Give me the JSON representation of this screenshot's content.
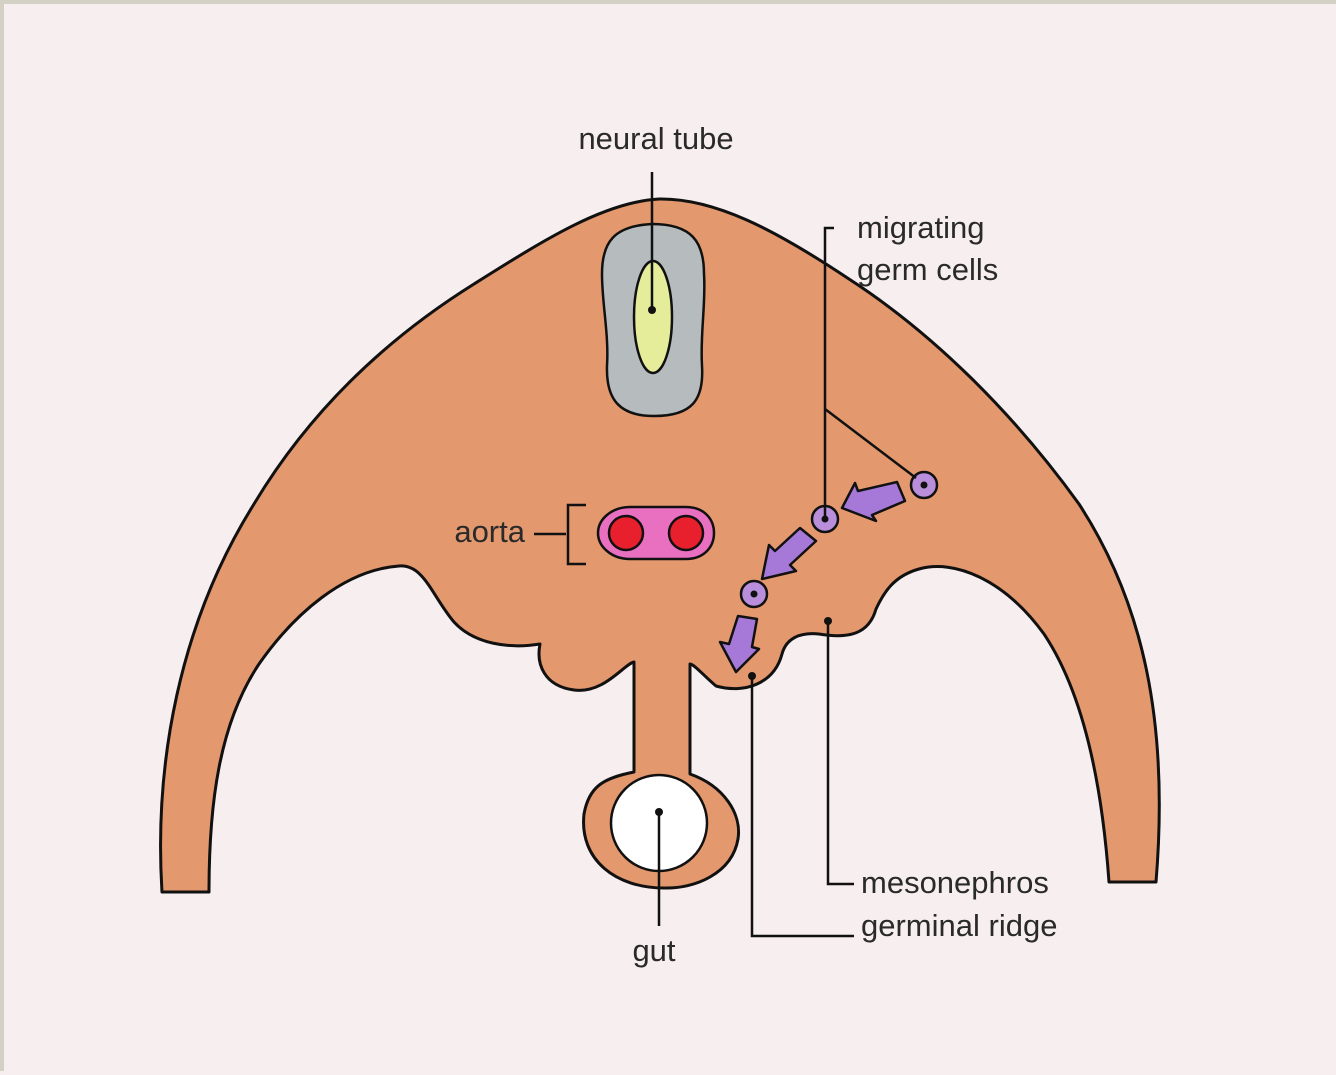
{
  "labels": {
    "neural_tube": "neural tube",
    "migrating_line1": "migrating",
    "migrating_line2": "germ cells",
    "aorta": "aorta",
    "gut": "gut",
    "mesonephros": "mesonephros",
    "germinal_ridge": "germinal ridge"
  },
  "colors": {
    "background": "#f7eeef",
    "embryo_body": "#e3986e",
    "neural_tube_outer": "#b6bcbe",
    "neural_tube_lumen": "#e5ec9a",
    "aorta_wall": "#e96fc0",
    "aorta_lumen": "#e81f2d",
    "germ_cell": "#b98fdc",
    "arrow": "#a679d8",
    "gut_lumen": "#ffffff",
    "outline": "#111111"
  }
}
